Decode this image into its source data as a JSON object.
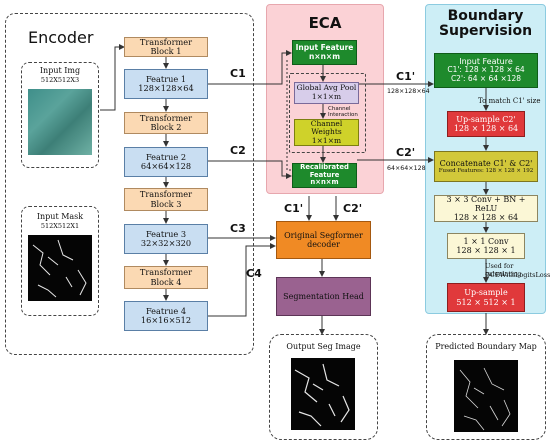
{
  "encoder": {
    "title": "Encoder",
    "input_img_label": "Input Img",
    "input_img_size": "512X512X3",
    "input_mask_label": "Input Mask",
    "input_mask_size": "512X512X1",
    "blocks": [
      {
        "line1": "Transformer",
        "line2": "Block 1"
      },
      {
        "line1": "Transformer",
        "line2": "Block 2"
      },
      {
        "line1": "Transformer",
        "line2": "Block 3"
      },
      {
        "line1": "Transformer",
        "line2": "Block 4"
      }
    ],
    "features": [
      {
        "name": "Featrue 1",
        "size": "128×128×64"
      },
      {
        "name": "Featrue 2",
        "size": "64×64×128"
      },
      {
        "name": "Featrue 3",
        "size": "32×32×320"
      },
      {
        "name": "Featrue 4",
        "size": "16×16×512"
      }
    ]
  },
  "eca": {
    "title": "ECA",
    "input_feature": "Input Feature",
    "input_dims": "n×n×m",
    "gap": "Global Avg Pool",
    "gap_dims": "1×1×m",
    "channel_interaction": "Channel Interaction",
    "channel_weights": "Channel Weights",
    "cw_dims": "1×1×m",
    "recalibrated": "Recalibrated Feature",
    "recal_dims": "n×n×m"
  },
  "connections": {
    "c1": "C1",
    "c2": "C2",
    "c3": "C3",
    "c4": "C4",
    "c1p": "C1'",
    "c2p": "C2'",
    "c1p_dims": "128×128×64",
    "c2p_dims": "64×64×128"
  },
  "decoder": {
    "segformer": "Original Segformer decoder",
    "seg_head": "Segmentation Head",
    "output_title": "Output Seg Image"
  },
  "boundary": {
    "title_line1": "Boundary",
    "title_line2": "Supervision",
    "input_feature": "Input Feature",
    "c1p_dim": "C1': 128 × 128 × 64",
    "c2p_dim": "C2': 64 × 64 ×128",
    "match_note": "To match C1' size",
    "upsample_c2p": "Up-sample C2'",
    "upsample_dims": "128 × 128 × 64",
    "concat": "Concatenate C1' & C2'",
    "fused": "Fused Features: 128 × 128 × 192",
    "conv3_line1": "3 × 3 Conv + BN + ReLU",
    "conv3_dims": "128 × 128 × 64",
    "conv1_line1": "1 × 1 Conv",
    "conv1_dims": "128 × 128 × 1",
    "used_for": "Used for calculating",
    "loss": "BCEWithLogitsLoss",
    "final_upsample": "Up-sample",
    "final_dims": "512 × 512 × 1",
    "predicted": "Predicted Boundary Map"
  },
  "colors": {
    "eca_bg": "#fbd2d6",
    "boundary_bg": "#cdeef6",
    "green": "#1e8a2c",
    "red": "#e0393b",
    "orange": "#f08a24",
    "purple": "#9a6290"
  }
}
